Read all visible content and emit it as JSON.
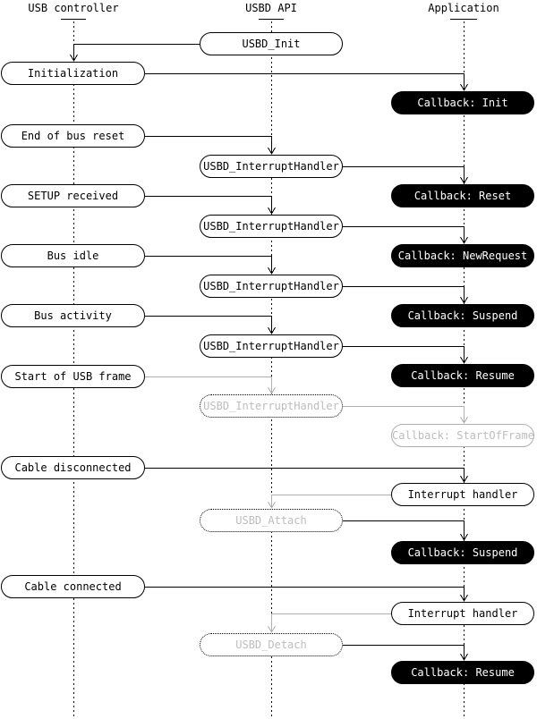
{
  "diagram": {
    "columns": [
      {
        "id": "usb-controller",
        "label": "USB controller"
      },
      {
        "id": "usbd-api",
        "label": "USBD API"
      },
      {
        "id": "application",
        "label": "Application"
      }
    ],
    "nodes": [
      {
        "id": "usbd-init",
        "column": "usbd-api",
        "label": "USBD_Init",
        "style": "solid"
      },
      {
        "id": "initialization",
        "column": "usb-controller",
        "label": "Initialization",
        "style": "solid"
      },
      {
        "id": "callback-init",
        "column": "application",
        "label": "Callback: Init",
        "style": "filled"
      },
      {
        "id": "end-of-bus-reset",
        "column": "usb-controller",
        "label": "End of bus reset",
        "style": "solid"
      },
      {
        "id": "interrupt-handler-call-1",
        "column": "usbd-api",
        "label": "USBD_InterruptHandler",
        "style": "solid"
      },
      {
        "id": "callback-reset",
        "column": "application",
        "label": "Callback: Reset",
        "style": "filled"
      },
      {
        "id": "setup-received",
        "column": "usb-controller",
        "label": "SETUP received",
        "style": "solid"
      },
      {
        "id": "interrupt-handler-call-2",
        "column": "usbd-api",
        "label": "USBD_InterruptHandler",
        "style": "solid"
      },
      {
        "id": "callback-newrequest",
        "column": "application",
        "label": "Callback: NewRequest",
        "style": "filled"
      },
      {
        "id": "bus-idle",
        "column": "usb-controller",
        "label": "Bus idle",
        "style": "solid"
      },
      {
        "id": "interrupt-handler-call-3",
        "column": "usbd-api",
        "label": "USBD_InterruptHandler",
        "style": "solid"
      },
      {
        "id": "callback-suspend-1",
        "column": "application",
        "label": "Callback: Suspend",
        "style": "filled"
      },
      {
        "id": "bus-activity",
        "column": "usb-controller",
        "label": "Bus activity",
        "style": "solid"
      },
      {
        "id": "interrupt-handler-call-4",
        "column": "usbd-api",
        "label": "USBD_InterruptHandler",
        "style": "solid"
      },
      {
        "id": "callback-resume-1",
        "column": "application",
        "label": "Callback: Resume",
        "style": "filled"
      },
      {
        "id": "start-of-usb-frame",
        "column": "usb-controller",
        "label": "Start of USB frame",
        "style": "solid"
      },
      {
        "id": "interrupt-handler-call-5",
        "column": "usbd-api",
        "label": "USBD_InterruptHandler",
        "style": "ghost"
      },
      {
        "id": "callback-startofframe",
        "column": "application",
        "label": "Callback: StartOfFrame",
        "style": "faded"
      },
      {
        "id": "cable-disconnected",
        "column": "usb-controller",
        "label": "Cable disconnected",
        "style": "solid"
      },
      {
        "id": "interrupt-handler-1",
        "column": "application",
        "label": "Interrupt handler",
        "style": "solid"
      },
      {
        "id": "usbd-attach",
        "column": "usbd-api",
        "label": "USBD_Attach",
        "style": "ghost"
      },
      {
        "id": "callback-suspend-2",
        "column": "application",
        "label": "Callback: Suspend",
        "style": "filled"
      },
      {
        "id": "cable-connected",
        "column": "usb-controller",
        "label": "Cable connected",
        "style": "solid"
      },
      {
        "id": "interrupt-handler-2",
        "column": "application",
        "label": "Interrupt handler",
        "style": "solid"
      },
      {
        "id": "usbd-detach",
        "column": "usbd-api",
        "label": "USBD_Detach",
        "style": "ghost"
      },
      {
        "id": "callback-resume-2",
        "column": "application",
        "label": "Callback: Resume",
        "style": "filled"
      }
    ],
    "connections": [
      {
        "from": "usbd-init",
        "to": "initialization",
        "color": "black"
      },
      {
        "from": "initialization",
        "to": "callback-init",
        "color": "black"
      },
      {
        "from": "end-of-bus-reset",
        "to": "interrupt-handler-call-1",
        "color": "black"
      },
      {
        "from": "interrupt-handler-call-1",
        "to": "callback-reset",
        "color": "black"
      },
      {
        "from": "setup-received",
        "to": "interrupt-handler-call-2",
        "color": "black"
      },
      {
        "from": "interrupt-handler-call-2",
        "to": "callback-newrequest",
        "color": "black"
      },
      {
        "from": "bus-idle",
        "to": "interrupt-handler-call-3",
        "color": "black"
      },
      {
        "from": "interrupt-handler-call-3",
        "to": "callback-suspend-1",
        "color": "black"
      },
      {
        "from": "bus-activity",
        "to": "interrupt-handler-call-4",
        "color": "black"
      },
      {
        "from": "interrupt-handler-call-4",
        "to": "callback-resume-1",
        "color": "black"
      },
      {
        "from": "start-of-usb-frame",
        "to": "interrupt-handler-call-5",
        "color": "gray"
      },
      {
        "from": "interrupt-handler-call-5",
        "to": "callback-startofframe",
        "color": "gray"
      },
      {
        "from": "cable-disconnected",
        "to": "interrupt-handler-1",
        "color": "black"
      },
      {
        "from": "interrupt-handler-1",
        "to": "usbd-attach",
        "color": "gray"
      },
      {
        "from": "usbd-attach",
        "to": "callback-suspend-2",
        "color": "black"
      },
      {
        "from": "cable-connected",
        "to": "interrupt-handler-2",
        "color": "black"
      },
      {
        "from": "interrupt-handler-2",
        "to": "usbd-detach",
        "color": "gray"
      },
      {
        "from": "usbd-detach",
        "to": "callback-resume-2",
        "color": "black"
      }
    ],
    "colors": {
      "line": "#000000",
      "line_faded": "#b0b0b0",
      "text_faded": "#bdbdbd",
      "filled_bg": "#000000",
      "filled_text": "#ffffff",
      "background": "#ffffff"
    }
  }
}
